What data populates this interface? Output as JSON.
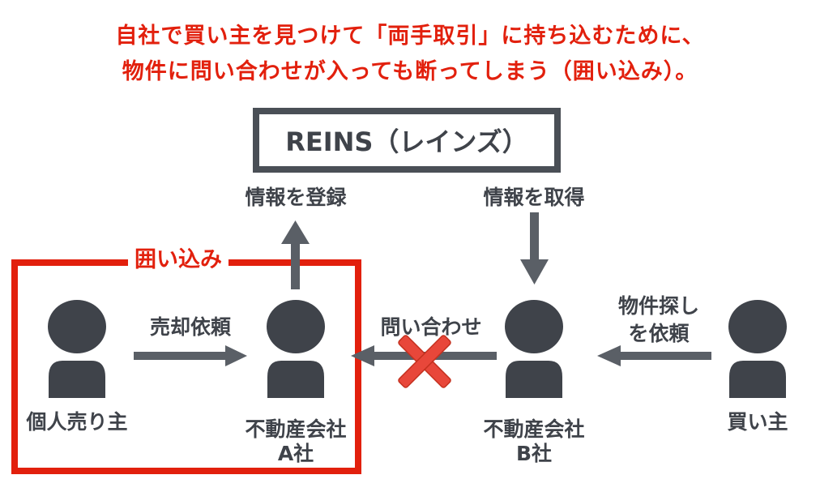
{
  "headline": {
    "line1": "自社で買い主を見つけて「両手取引」に持ち込むために、",
    "line2": "物件に問い合わせが入っても断ってしまう（囲い込み）。"
  },
  "reins": {
    "label": "REINS（レインズ）"
  },
  "arrows": {
    "register": "情報を登録",
    "acquire": "情報を取得",
    "sale_request": "売却依頼",
    "inquiry": "問い合わせ",
    "search_request_line1": "物件探し",
    "search_request_line2": "を依頼"
  },
  "enclosure": {
    "label": "囲い込み"
  },
  "actors": {
    "seller": "個人売り主",
    "agency_a_line1": "不動産会社",
    "agency_a_line2": "A社",
    "agency_b_line1": "不動産会社",
    "agency_b_line2": "B社",
    "buyer": "買い主"
  },
  "colors": {
    "accent_red": "#e2200d",
    "dark_gray": "#3f434a",
    "arrow_gray": "#5a5f66",
    "cross_red": "#e8473a"
  },
  "icons": {
    "person": "person-silhouette-icon",
    "blocked": "red-cross-icon"
  }
}
